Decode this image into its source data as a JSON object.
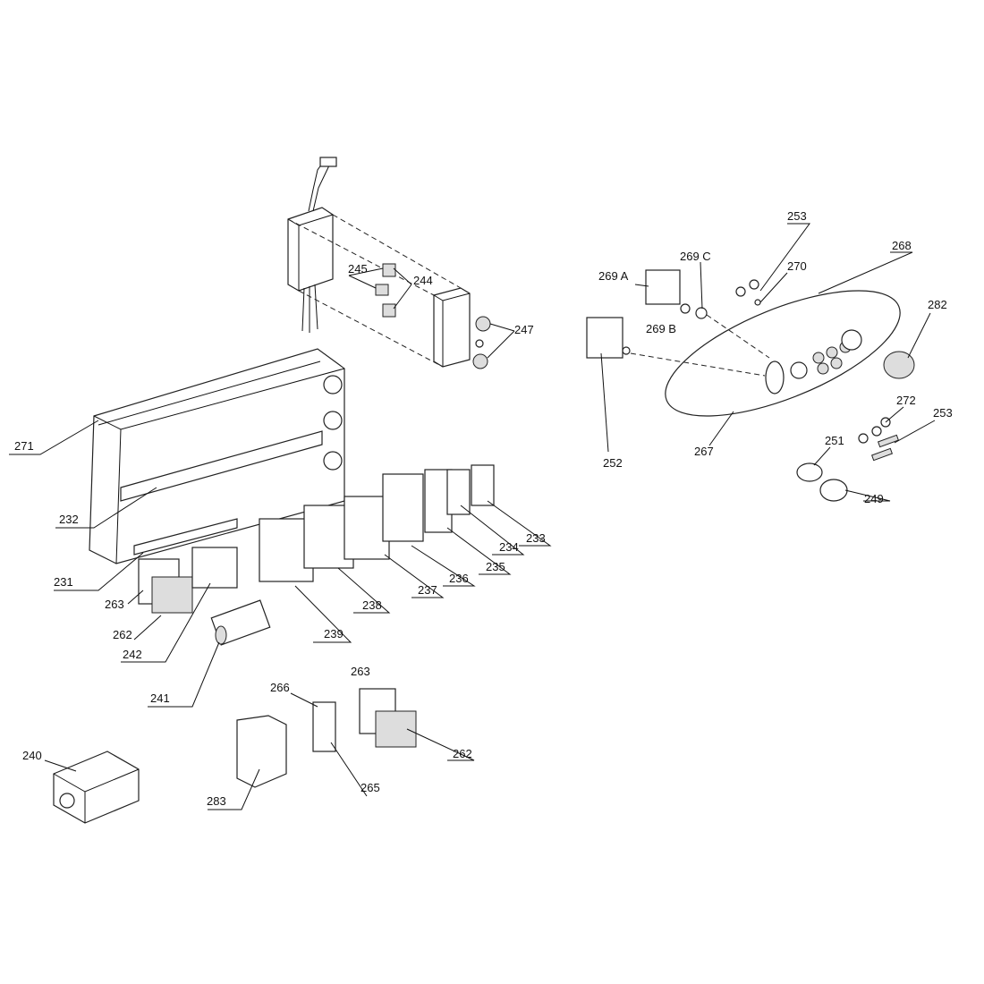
{
  "diagram": {
    "type": "exploded parts diagram",
    "callouts": {
      "c245": "245",
      "c244": "244",
      "c247": "247",
      "c271": "271",
      "c232": "232",
      "c231": "231",
      "c263a": "263",
      "c262a": "262",
      "c242": "242",
      "c241": "241",
      "c239": "239",
      "c238": "238",
      "c237": "237",
      "c236": "236",
      "c235": "235",
      "c234": "234",
      "c233": "233",
      "c240": "240",
      "c283": "283",
      "c266": "266",
      "c265": "265",
      "c263b": "263",
      "c262b": "262",
      "c253a": "253",
      "c268": "268",
      "c269c": "269 C",
      "c270": "270",
      "c269a": "269 A",
      "c269b": "269 B",
      "c282": "282",
      "c252": "252",
      "c267": "267",
      "c272": "272",
      "c253b": "253",
      "c251": "251",
      "c249": "249"
    }
  }
}
